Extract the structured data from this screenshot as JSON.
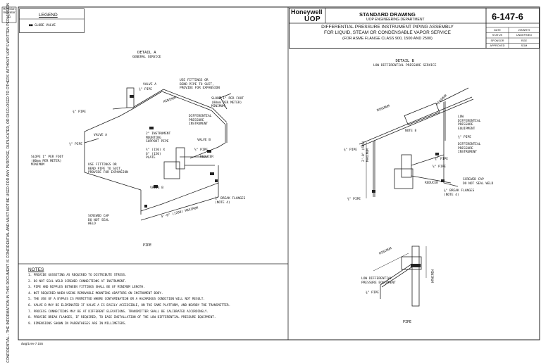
{
  "sidebar": {
    "revision_label": "Revision Indicator",
    "confidential_text": "CONFIDENTIAL - THE INFORMATION IN THIS DOCUMENT IS CONFIDENTIAL AND MUST NOT BE USED FOR ANY PURPOSE, DUPLICATED, OR DISCLOSED TO OTHERS WITHOUT UOP'S WRITTEN PERMISSION"
  },
  "legend": {
    "title": "LEGEND",
    "items": [
      {
        "symbol": "■■",
        "label": "GLOBE VALVE"
      }
    ]
  },
  "title_block": {
    "brand_top": "Honeywell",
    "brand_bottom": "UOP",
    "standard_label": "STANDARD DRAWING",
    "department": "UOP ENGINEERING DEPARTMENT",
    "title_lines": [
      "DIFFERENTIAL PRESSURE INSTRUMENT PIPING ASSEMBLY",
      "FOR LIQUID, STEAM OR CONDENSABLE VAPOR SERVICE",
      "(FOR ASME FLANGE CLASS 900, 1500 AND 2500)"
    ],
    "drawing_number": "6-147-6",
    "meta": [
      {
        "key": "DATE",
        "value": "20NNR79"
      },
      {
        "key": "STATUS",
        "value": "UNDEFINED"
      },
      {
        "key": "SPONSOR",
        "value": "RGE"
      },
      {
        "key": "APPROVED",
        "value": "SGM"
      }
    ]
  },
  "detail_a": {
    "title": "DETAIL A",
    "subtitle": "GENERAL SERVICE",
    "caption": "PIPE",
    "labels": {
      "valve_a": "VALVE A",
      "pipe_34_a": "¾\" PIPE",
      "use_fittings": "USE FITTINGS OR\nBEND PIPE TO SUIT,\nPROVIDE FOR EXPANSION",
      "minimum_a": "MINIMUM",
      "slope_a": "SLOPE 1\" PER FOOT\n(80mm PER METER)\nMINIMUM",
      "pipe_34_b": "¾\" PIPE",
      "dp_instrument": "DIFFERENTIAL\nPRESSURE\nINSTRUMENT",
      "valve_a2": "VALVE A",
      "pipe_34_c": "¾\" PIPE",
      "instrument_support": "2\" INSTRUMENT\nMOUNTING\nSUPPORT PIPE",
      "valve_b": "VALVE B",
      "plate": "½\" (150) X\n6\" (150)\nPLATE",
      "pipe_12": "½\" PIPE",
      "reducer_a": "REDUCER",
      "slope_b": "SLOPE 1\" PER FOOT\n(80mm PER METER)\nMINIMUM",
      "use_fittings_b": "USE FITTINGS OR\nBEND PIPE TO SUIT,\nPROVIDE FOR EXPANSION",
      "valve_b2": "VALVE B",
      "break_flanges_a": "¾\" BREAK FLANGES\n(NOTE 4)",
      "screwed_cap_a": "SCREWED CAP\nDO NOT SEAL\nWELD",
      "max_dim": "4'-0\" (1200) MAXIMUM"
    }
  },
  "detail_b": {
    "title": "DETAIL B",
    "subtitle": "LOW DIFFERENTIAL PRESSURE SERVICE",
    "caption": "PIPE",
    "labels": {
      "minimum_b1": "MINIMUM",
      "minimum_b2": "MINIMUM",
      "note_8": "NOTE 8",
      "low_dp_equipment": "LOW\nDIFFERENTIAL\nPRESSURE\nEQUIPMENT",
      "pipe_34_d": "¾\" PIPE",
      "dp_instrument_b": "DIFFERENTIAL\nPRESSURE\nINSTRUMENT",
      "pipe_34_e": "¾\" PIPE",
      "vertical_dim": "2'-0\" (600)\nMAXIMUM",
      "pipe_34_f": "¾\" PIPE",
      "pipe_12_b": "½\" PIPE",
      "screwed_cap_b": "SCREWED CAP\nDO NOT SEAL WELD",
      "reducer_b": "REDUCER",
      "break_flanges_b": "¾\" BREAK FLANGES\n(NOTE 4)",
      "pipe_34_g": "¾\" PIPE",
      "minimum_c": "MINIMUM",
      "minimum_d": "MINIMUM",
      "low_dp_equipment_b": "LOW DIFFERENTIAL\nPRESSURE EQUIPMENT",
      "pipe_34_h": "¾\" PIPE"
    }
  },
  "notes": {
    "title": "NOTES",
    "items": [
      "1. PROVIDE GUSSETING AS REQUIRED TO DISTRIBUTE STRESS.",
      "2. DO NOT SEAL WELD SCREWED CONNECTIONS AT INSTRUMENT.",
      "3. PIPE AND NIPPLES BETWEEN FITTINGS SHALL BE OF MINIMUM LENGTH.",
      "4. NOT REQUIRED WHEN USING REMOVABLE MOUNTING ADAPTORS ON INSTRUMENT BODY.",
      "5. THE USE OF A BYPASS IS PERMITTED WHERE CONTAMINATION OR A HAZARDOUS CONDITION WILL NOT RESULT.",
      "6. VALVE B MAY BE ELIMINATED IF VALVE A IS EASILY ACCESSIBLE, ON THE SAME PLATFORM, AND NEARBY THE TRANSMITTER.",
      "7. PROCESS CONNECTIONS MAY BE AT DIFFERENT ELEVATIONS. TRANSMITTER SHALL BE CALIBRATED ACCORDINGLY.",
      "8. PROVIDE BREAK FLANGES, IF REQUIRED, TO EASE INSTALLATION OF THE LOW DIFFERENTIAL PRESSURE EQUIPMENT.",
      "9. DIMENSIONS SHOWN IN PARENTHESES ARE IN MILLIMETERS."
    ]
  },
  "footer": {
    "file": "dwg/1rev-7.155"
  }
}
